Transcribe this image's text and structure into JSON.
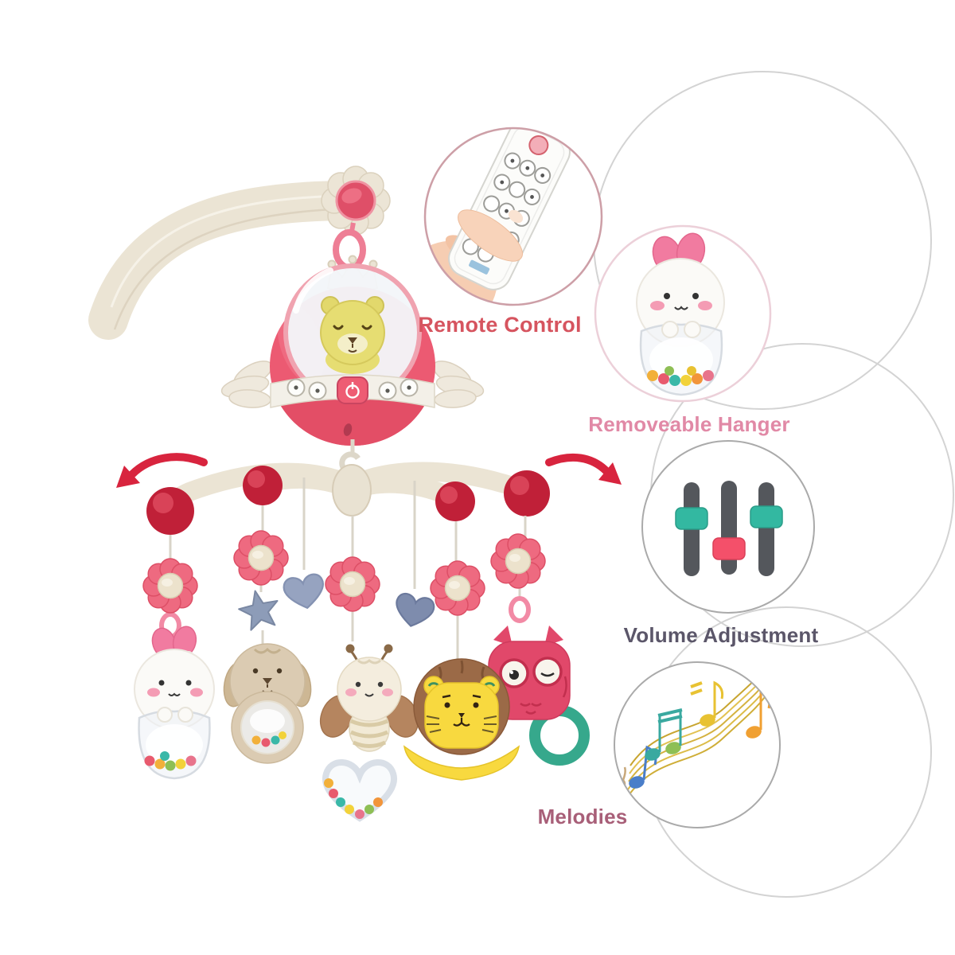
{
  "page": {
    "background": "#ffffff"
  },
  "callouts": {
    "remote_control": {
      "label": "Remote Control",
      "label_color": "#d6545f",
      "ring_color": "#cd9fa7",
      "icon": "remote-control-hand-icon"
    },
    "removeable_hanger": {
      "label": "Removeable Hanger",
      "label_color": "#e189a6",
      "ring_color": "#ecd0d9",
      "icon": "bunny-rattle-icon"
    },
    "volume_adjustment": {
      "label": "Volume Adjustment",
      "label_color": "#5b5669",
      "ring_color": "#aaaaaa",
      "icon": "volume-sliders-icon"
    },
    "melodies": {
      "label": "Melodies",
      "label_color": "#a85f78",
      "ring_color": "#aaaaaa",
      "icon": "music-notes-icon"
    }
  },
  "product": {
    "type": "baby-crib-mobile-with-rattles",
    "motion": "rotating-arms",
    "hanging_toys": [
      "bunny-rattle",
      "puppy-rattle",
      "bee-rattle",
      "lion-rattle",
      "owl-teether"
    ],
    "hanging_charms": [
      "flower",
      "star",
      "heart"
    ],
    "colors": {
      "unit_pink": "#ec5a72",
      "cream": "#ebe4d4",
      "bear_yellow": "#e6dd72",
      "red_ball": "#c02038",
      "arrow_red": "#d8243e",
      "flower_pink": "#ee6a80",
      "charm_blue": "#8d9ab8",
      "slider_track": "#54575c",
      "slider_teal": "#33b8a1",
      "slider_red": "#f4506a",
      "owl_pink": "#e1486a",
      "teether_teal": "#36a88c",
      "lion_yellow": "#f8d93f",
      "mane_brown": "#9b6a47"
    }
  }
}
